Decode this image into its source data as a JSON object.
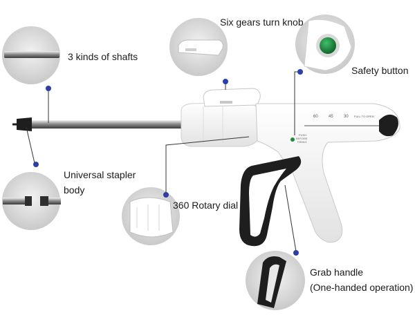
{
  "callouts": {
    "shafts": "3 kinds of shafts",
    "gears": "Six gears turn knob",
    "safety": "Safety button",
    "body_line1": "Universal stapler",
    "body_line2": "body",
    "rotary": "360 Rotary dial",
    "grab_line1": "Grab handle",
    "grab_line2": "(One-handed operation)"
  },
  "device_scale": {
    "ticks": [
      "60",
      "45",
      "30"
    ],
    "fill_label": "FULL TO OPEN",
    "push_label_line1": "PUSH",
    "push_label_line2": "BEFORE",
    "push_label_line3": "FIRING"
  },
  "colors": {
    "leader_dot": "#2b3fa8",
    "handle_dark": "#1e1e1e",
    "safety_button": "#1f8a3a",
    "device_white": "#f7f7f7"
  }
}
